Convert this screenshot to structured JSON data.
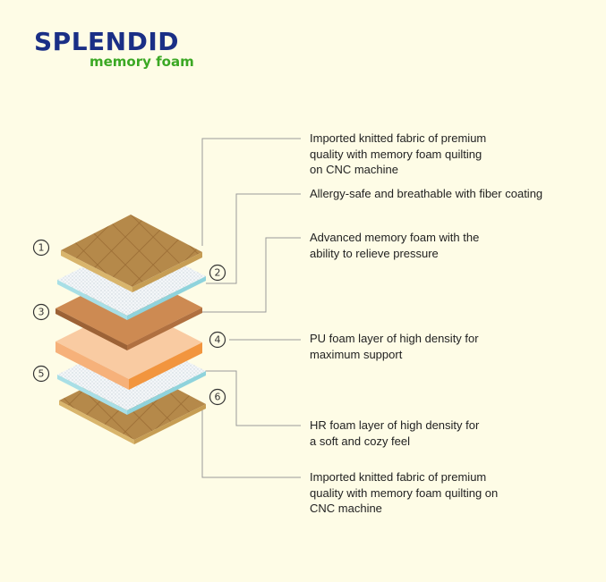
{
  "brand": {
    "name": "SPLENDID",
    "tagline": "memory foam"
  },
  "layers": [
    {
      "number": "1",
      "description": [
        "Imported knitted fabric of premium",
        "quality with memory foam quilting",
        "on CNC machine"
      ]
    },
    {
      "number": "2",
      "description": [
        "Allergy-safe and breathable with fiber coating"
      ]
    },
    {
      "number": "3",
      "description": [
        "Advanced memory foam with the",
        "ability to relieve pressure"
      ]
    },
    {
      "number": "4",
      "description": [
        "PU foam layer of high density for",
        "maximum support"
      ]
    },
    {
      "number": "5",
      "description": [
        "HR foam layer of high density for",
        "a soft and cozy feel"
      ]
    },
    {
      "number": "6",
      "description": [
        "Imported knitted fabric of premium",
        "quality with memory foam quilting on",
        "CNC machine"
      ]
    }
  ],
  "colors": {
    "background": "#fefce6",
    "fabric": "#b5894a",
    "fabric_edge": "#d9b56c",
    "fiber": "#e9f0f4",
    "fiber_edge": "#a8dfe6",
    "memory_foam": "#cd8a52",
    "memory_foam_edge": "#9c6236",
    "pu_foam": "#f9cba2",
    "pu_foam_edge": "#f2953e",
    "brand_blue": "#1a2f86",
    "brand_green": "#3ba824"
  }
}
